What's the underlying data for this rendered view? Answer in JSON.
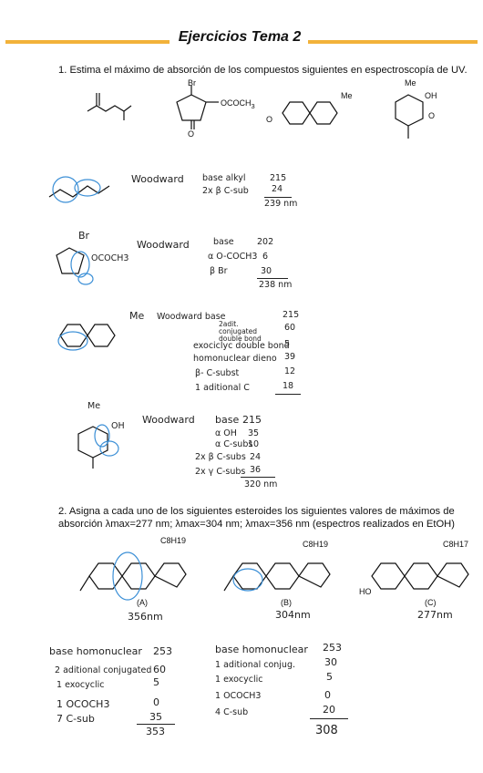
{
  "header": {
    "title": "Ejercicios Tema 2"
  },
  "q1": {
    "text": "1. Estima el máximo de absorción de los compuestos siguientes en espectroscopía de UV.",
    "molecule_labels": {
      "br": "Br",
      "ococh3": "OCOCH",
      "ococh3_sub": "3",
      "o": "O",
      "me": "Me",
      "oh": "OH"
    }
  },
  "woodward": [
    {
      "method": "Woodward",
      "lines": [
        {
          "label": "base alkyl",
          "value": "215"
        },
        {
          "label": "2x β C-sub",
          "value": "24"
        }
      ],
      "total": "239 nm"
    },
    {
      "method": "Woodward",
      "lines": [
        {
          "label": "base",
          "value": "202"
        },
        {
          "label": "α O-COCH3",
          "value": "6"
        },
        {
          "label": "β Br",
          "value": "30"
        }
      ],
      "total": "238 nm"
    },
    {
      "method": "Woodward base",
      "lines": [
        {
          "label": "",
          "value": "215"
        },
        {
          "label": "2adit. conjugated double bond",
          "value": "60"
        },
        {
          "label": "exociclyc double bond",
          "value": "5"
        },
        {
          "label": "homonuclear dieno",
          "value": "39"
        },
        {
          "label": "β- C-subst",
          "value": "12"
        },
        {
          "label": "1 aditional C",
          "value": "18"
        }
      ],
      "total": ""
    },
    {
      "method": "Woodward",
      "lines": [
        {
          "label": "base",
          "value": "215"
        },
        {
          "label": "α OH",
          "value": "35"
        },
        {
          "label": "α C-subs",
          "value": "10"
        },
        {
          "label": "2x β C-subs",
          "value": "24"
        },
        {
          "label": "2x γ C-subs",
          "value": "36"
        }
      ],
      "total": "320 nm"
    }
  ],
  "handlabels": {
    "br": "Br",
    "ococh3": "OCOCH3",
    "me": "Me",
    "oh": "OH"
  },
  "q2": {
    "text": "2. Asigna a cada uno de los siguientes esteroides los siguientes valores de máximos de absorción      λmax=277 nm; λmax=304 nm; λmax=356 nm (espectros realizados en EtOH)",
    "steroids": [
      {
        "label": "(A)",
        "answer": "356nm",
        "substituent": "C8H19"
      },
      {
        "label": "(B)",
        "answer": "304nm",
        "substituent": "C8H19"
      },
      {
        "label": "(C)",
        "answer": "277nm",
        "substituent": "C8H17",
        "ho": "HO"
      }
    ]
  },
  "calc": [
    {
      "lines": [
        {
          "label": "base homonuclear",
          "value": "253"
        },
        {
          "label": "2 aditional conjugated",
          "value": "60"
        },
        {
          "label": "1 exocyclic",
          "value": "5"
        },
        {
          "label": "1 OCOCH3",
          "value": "0"
        },
        {
          "label": "7 C-sub",
          "value": "35"
        }
      ],
      "total": "353"
    },
    {
      "lines": [
        {
          "label": "base homonuclear",
          "value": "253"
        },
        {
          "label": "1 aditional conjug.",
          "value": "30"
        },
        {
          "label": "1 exocyclic",
          "value": "5"
        },
        {
          "label": "1 OCOCH3",
          "value": "0"
        },
        {
          "label": "4 C-sub",
          "value": "20"
        }
      ],
      "total": "308"
    }
  ]
}
